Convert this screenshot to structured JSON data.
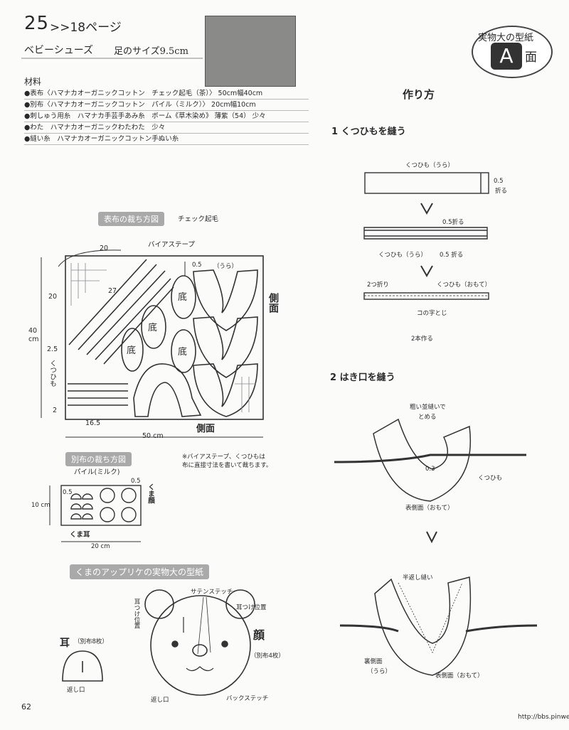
{
  "header": {
    "number": "25",
    "ref": ">>18ページ",
    "subtitle": "ベビーシューズ",
    "size": "足のサイズ9.5cm"
  },
  "badge": {
    "top": "実物大の型紙",
    "letter": "A",
    "suffix": "面"
  },
  "materials": {
    "title": "材料",
    "items": [
      "●表布〈ハマナカオーガニックコットン　チェック起毛（茶）〉 50cm幅40cm",
      "●別布〈ハマナカオーガニックコットン　パイル（ミルク）〉 20cm幅10cm",
      "●刺しゅう用糸　ハマナカ手芸手あみ糸　ボーム《草木染め》 薄紫（54） 少々",
      "●わた　ハマナカオーガニックわたわた　少々",
      "●縫い糸　ハマナカオーガニックコットン手ぬい糸"
    ]
  },
  "cutting_main": {
    "title": "表布の裁ち方図",
    "fabric": "チェック起毛",
    "dim_20": "20",
    "dim_27": "27",
    "dim_20_left": "20",
    "dim_40": "40",
    "dim_cm": "cm",
    "dim_25": "2.5",
    "dim_2": "2",
    "dim_165": "16.5",
    "dim_50": "50 cm",
    "bias": "バイアステープ",
    "dim_05": "0.5",
    "ura": "（うら）",
    "sole": "底",
    "side": "側面",
    "side_bottom": "側面",
    "kutsuhimo": "くつひも"
  },
  "note": [
    "※バイアステープ、くつひもは",
    "布に直接寸法を書いて裁ちます。"
  ],
  "cutting_sub": {
    "title": "別布の裁ち方図",
    "fabric": "パイル(ミルク)",
    "dim_05a": "0.5",
    "dim_05b": "0.5",
    "dim_10": "10 cm",
    "dim_20": "20 cm",
    "face": "くま顔",
    "ear": "くま耳"
  },
  "applique": {
    "title": "くまのアップリケの実物大の型紙",
    "satin": "サテンステッチ",
    "ear_pos_left": "耳つけ位置",
    "ear_pos_right": "耳つけ位置",
    "face": "顔",
    "face_count": "（別布4枚）",
    "ear": "耳",
    "ear_count": "（別布8枚）",
    "return": "返し口",
    "return2": "返し口",
    "back": "バックステッチ"
  },
  "howto": {
    "title": "作り方",
    "step1": "1 くつひもを縫う",
    "lace_ura": "くつひも（うら）",
    "fold05": "0.5",
    "fold_word": "折る",
    "fold05_2": "0.5折る",
    "lace_ura2": "くつひも（うら）",
    "fold05_3": "0.5 折る",
    "two_fold": "2つ折り",
    "lace_omote": "くつひも（おもて）",
    "ko_stitch": "コの字とじ",
    "two_make": "2本作る",
    "step2": "2 はき口を縫う",
    "rough": "粗い並縫いで",
    "stop": "とめる",
    "d03": "0.3",
    "lace": "くつひも",
    "omote_side": "表側面（おもて）",
    "half": "半返し縫い",
    "inner_side": "裏側面",
    "inner_ura": "（うら）",
    "outer_side": "表側面（おもて）"
  },
  "page_number": "62",
  "footer_url": "http://bbs.pinwei.org"
}
